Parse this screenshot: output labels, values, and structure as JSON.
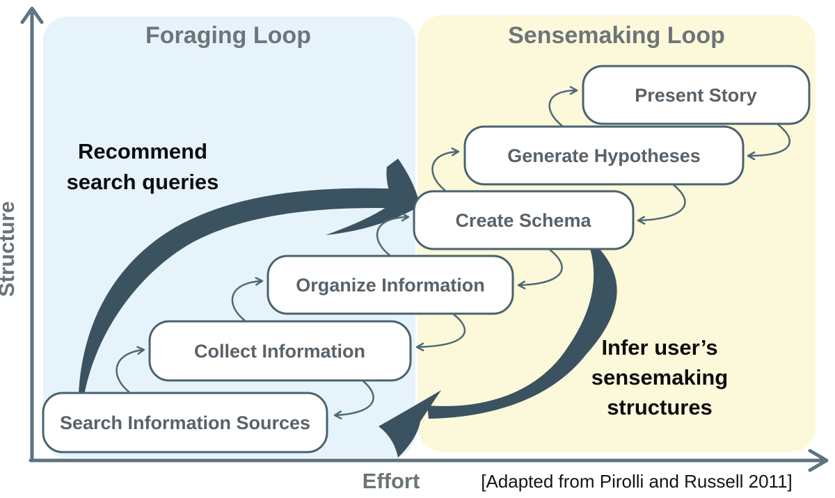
{
  "regions": {
    "foraging": {
      "title": "Foraging Loop"
    },
    "sensemaking": {
      "title": "Sensemaking Loop"
    }
  },
  "stages": [
    {
      "label": "Search Information Sources"
    },
    {
      "label": "Collect Information"
    },
    {
      "label": "Organize Information"
    },
    {
      "label": "Create Schema"
    },
    {
      "label": "Generate Hypotheses"
    },
    {
      "label": "Present Story"
    }
  ],
  "annotations": {
    "recommend": {
      "line1": "Recommend",
      "line2": "search queries"
    },
    "infer": {
      "line1": "Infer user’s",
      "line2": "sensemaking",
      "line3": "structures"
    }
  },
  "axes": {
    "y_label": "Structure",
    "x_label": "Effort"
  },
  "caption": "[Adapted from Pirolli and Russell 2011]",
  "colors": {
    "foraging_bg": "#e7f3fb",
    "sensemaking_bg": "#fcf8da",
    "big_arrow": "#3b5360",
    "loop_arrow": "#4e6874",
    "box_border": "#4a626e",
    "box_text": "#596269",
    "region_title": "#6d757a",
    "axis": "#5d7382",
    "annotation_text": "#0d0d0d"
  }
}
